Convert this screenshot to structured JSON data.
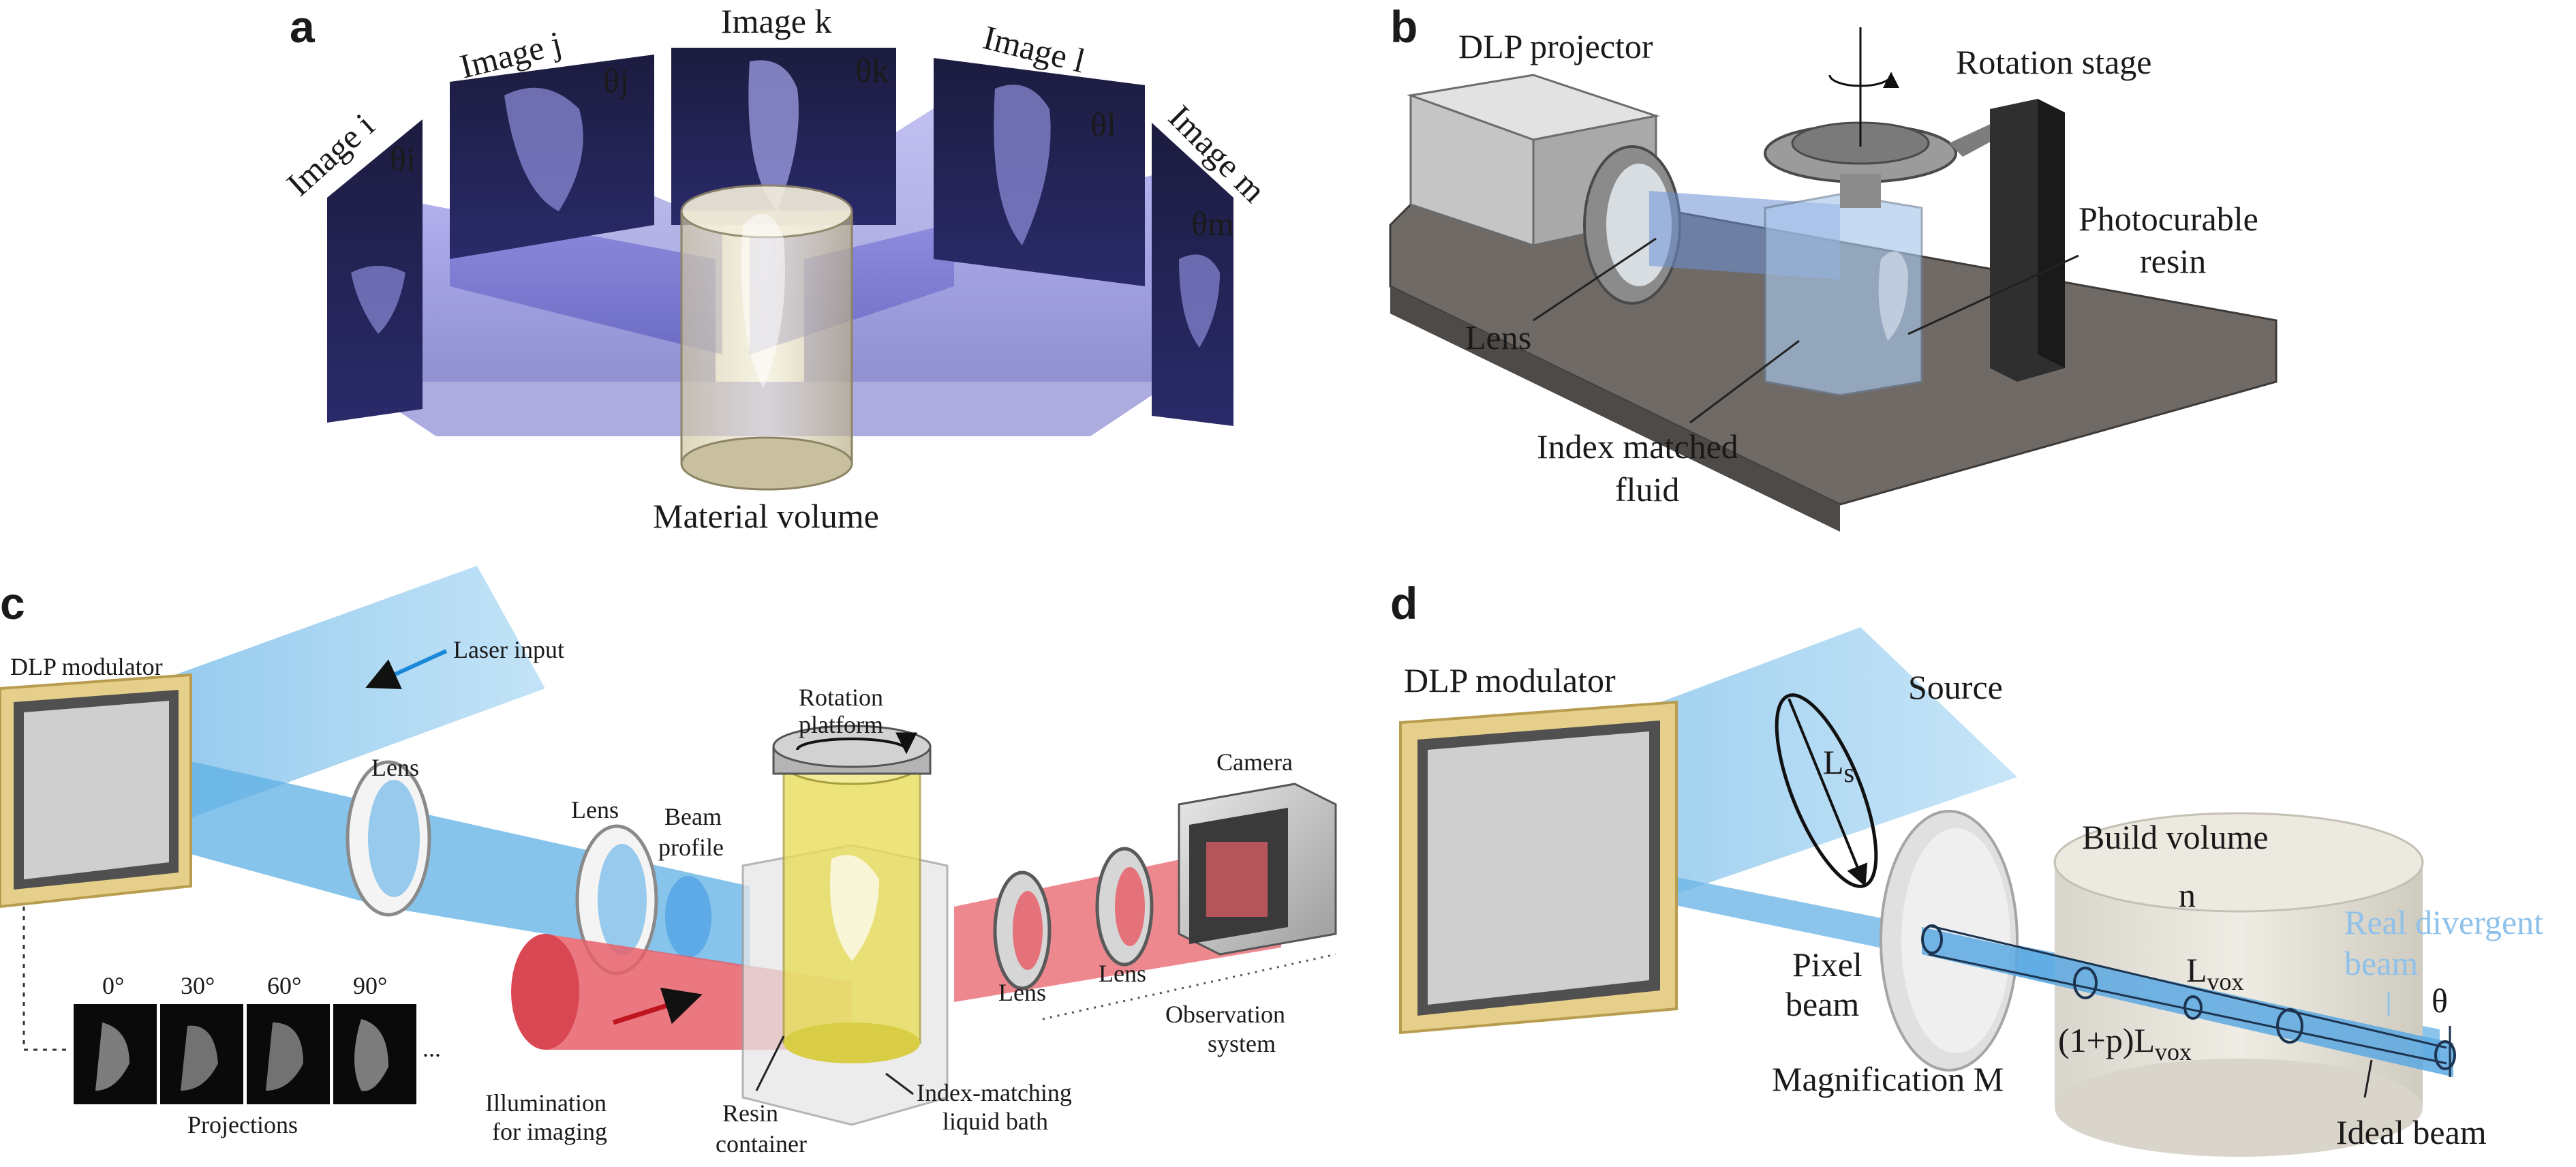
{
  "panels": {
    "a": {
      "letter": "a",
      "images": [
        {
          "title": "Image i",
          "angle": "θi"
        },
        {
          "title": "Image j",
          "angle": "θj"
        },
        {
          "title": "Image k",
          "angle": "θk"
        },
        {
          "title": "Image l",
          "angle": "θl"
        },
        {
          "title": "Image m",
          "angle": "θm"
        }
      ],
      "volume_label": "Material volume"
    },
    "b": {
      "letter": "b",
      "projector": "DLP projector",
      "rotation": "Rotation stage",
      "resin_line1": "Photocurable",
      "resin_line2": "resin",
      "lens": "Lens",
      "fluid_line1": "Index matched",
      "fluid_line2": "fluid"
    },
    "c": {
      "letter": "c",
      "modulator": "DLP modulator",
      "laser": "Laser input",
      "lens1": "Lens",
      "lens2": "Lens",
      "beam_profile_line1": "Beam",
      "beam_profile_line2": "profile",
      "rotation_line1": "Rotation",
      "rotation_line2": "platform",
      "camera": "Camera",
      "lens3": "Lens",
      "lens4": "Lens",
      "observation_line1": "Observation",
      "observation_line2": "system",
      "illumination_line1": "Illumination",
      "illumination_line2": "for imaging",
      "resin_line1": "Resin",
      "resin_line2": "container",
      "bath_line1": "Index-matching",
      "bath_line2": "liquid bath",
      "angles": [
        "0°",
        "30°",
        "60°",
        "90°"
      ],
      "ellipsis": "...",
      "projections": "Projections"
    },
    "d": {
      "letter": "d",
      "modulator": "DLP modulator",
      "source": "Source",
      "ls_main": "L",
      "ls_sub": "s",
      "build_volume": "Build volume",
      "n": "n",
      "pixel_line1": "Pixel",
      "pixel_line2": "beam",
      "magnification": "Magnification M",
      "lvox_main": "L",
      "lvox_sub": "vox",
      "p_main": "(1+p)L",
      "p_sub": "vox",
      "real_line1": "Real divergent",
      "real_line2": "beam",
      "theta": "θ",
      "ideal": "Ideal beam"
    }
  },
  "colors": {
    "beam_blue": "#6fb6e6",
    "beam_violet": "#6f6fd6",
    "red_beam": "#e8606a",
    "resin_yellow": "#e8dd5a",
    "frame_gold": "#e3c87a",
    "real_beam_text": "#8fc1ea"
  }
}
